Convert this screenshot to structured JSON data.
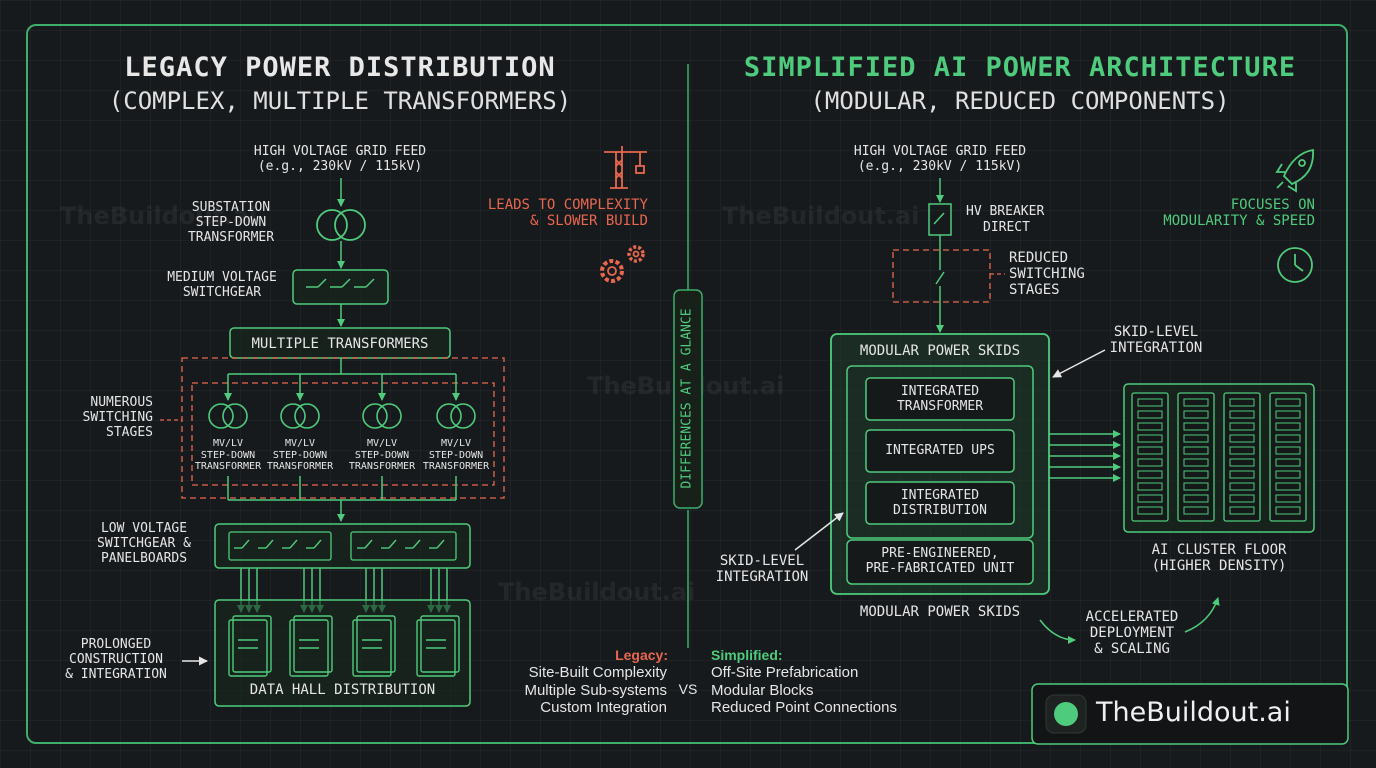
{
  "left": {
    "title": "LEGACY POWER DISTRIBUTION",
    "subtitle": "(COMPLEX, MULTIPLE TRANSFORMERS)",
    "grid_feed": [
      "HIGH VOLTAGE GRID FEED",
      "(e.g., 230kV / 115kV)"
    ],
    "substation": [
      "SUBSTATION",
      "STEP-DOWN",
      "TRANSFORMER"
    ],
    "mv_switchgear": [
      "MEDIUM VOLTAGE",
      "SWITCHGEAR"
    ],
    "multiple_transformers": "MULTIPLE TRANSFORMERS",
    "numerous_switching": [
      "NUMEROUS",
      "SWITCHING",
      "STAGES"
    ],
    "transformer_label": [
      "MV/LV",
      "STEP-DOWN",
      "TRANSFORMER"
    ],
    "lv_switchgear": [
      "LOW VOLTAGE",
      "SWITCHGEAR &",
      "PANELBOARDS"
    ],
    "prolonged": [
      "PROLONGED",
      "CONSTRUCTION",
      "& INTEGRATION"
    ],
    "data_hall": "DATA HALL DISTRIBUTION",
    "complexity": [
      "LEADS TO COMPLEXITY",
      "& SLOWER BUILD"
    ]
  },
  "right": {
    "title": "SIMPLIFIED AI POWER ARCHITECTURE",
    "subtitle": "(MODULAR, REDUCED COMPONENTS)",
    "grid_feed": [
      "HIGH VOLTAGE GRID FEED",
      "(e.g., 230kV / 115kV)"
    ],
    "hv_breaker": [
      "HV BREAKER",
      "DIRECT"
    ],
    "reduced_switching": [
      "REDUCED",
      "SWITCHING",
      "STAGES"
    ],
    "skid_title": "MODULAR POWER SKIDS",
    "integrated_transformer": [
      "INTEGRATED",
      "TRANSFORMER"
    ],
    "integrated_ups": "INTEGRATED UPS",
    "integrated_distribution": [
      "INTEGRATED",
      "DISTRIBUTION"
    ],
    "pre_engineered": [
      "PRE-ENGINEERED,",
      "PRE-FABRICATED UNIT"
    ],
    "skid_level_top": [
      "SKID-LEVEL",
      "INTEGRATION"
    ],
    "skid_level_bottom": [
      "SKID-LEVEL",
      "INTEGRATION"
    ],
    "skid_caption": "MODULAR POWER SKIDS",
    "cluster": [
      "AI CLUSTER FLOOR",
      "(HIGHER DENSITY)"
    ],
    "accelerated": [
      "ACCELERATED",
      "DEPLOYMENT",
      "& SCALING"
    ],
    "focuses": [
      "FOCUSES ON",
      "MODULARITY & SPEED"
    ]
  },
  "center": {
    "differences": "DIFFERENCES AT A GLANCE",
    "legacy_head": "Legacy:",
    "legacy_items": [
      "Site-Built Complexity",
      "Multiple Sub-systems",
      "Custom Integration"
    ],
    "vs": "VS",
    "simplified_head": "Simplified:",
    "simplified_items": [
      "Off-Site Prefabrication",
      "Modular Blocks",
      "Reduced Point Connections"
    ]
  },
  "watermark": "TheBuildout.ai",
  "brand": "TheBuildout.ai",
  "colors": {
    "accent": "#4ecb7c",
    "warning": "#e8674f",
    "text": "#e6e6e6",
    "background": "#171a1c"
  },
  "icons": [
    "crane-icon",
    "gears-icon",
    "rocket-icon",
    "clock-icon",
    "brand-dot-icon"
  ]
}
